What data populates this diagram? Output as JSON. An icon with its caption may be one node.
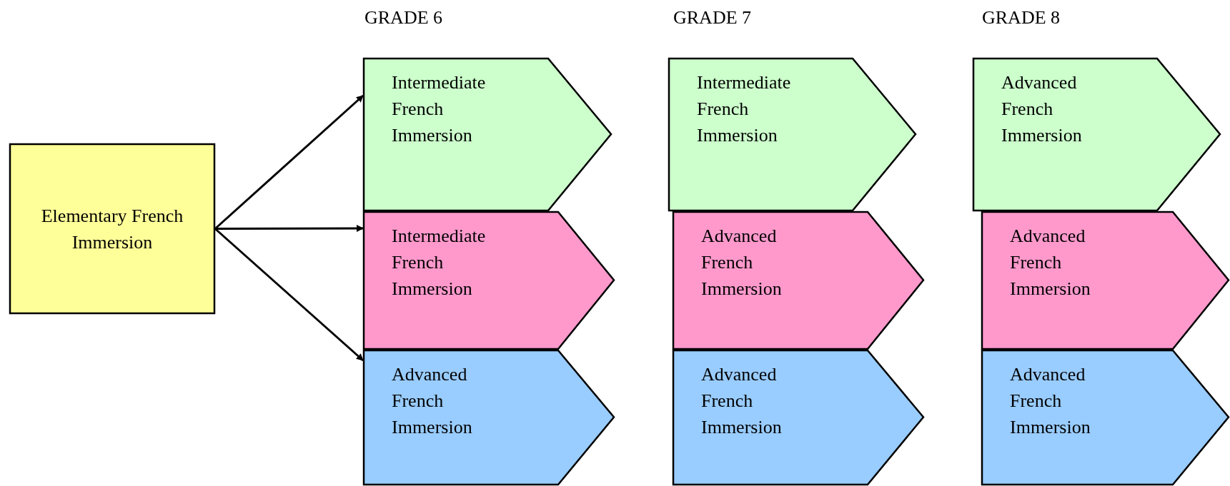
{
  "diagram": {
    "nodes": [
      {
        "text": [
          "Elementary French Immersion"
        ]
      },
      {
        "text": [
          "Intermediate French Immersion"
        ]
      },
      {
        "text": [
          "Intermediate French Immersion"
        ]
      },
      {
        "text": [
          "Advanced French Immersion"
        ]
      },
      {
        "text": [
          "Intermediate French Immersion"
        ]
      },
      {
        "text": [
          "Advanced French Immersion"
        ]
      },
      {
        "text": [
          "Advanced French Immersion"
        ]
      },
      {
        "text": [
          "Advanced French Immersion"
        ]
      },
      {
        "text": [
          "Advanced French Immersion"
        ]
      },
      {
        "text": [
          "Advanced French Immersion"
        ]
      }
    ],
    "edges": [
      {
        "from": 0,
        "to": 1,
        "arrow": "to"
      },
      {
        "from": 0,
        "to": 2,
        "arrow": "to"
      },
      {
        "from": 0,
        "to": 3,
        "arrow": "to"
      }
    ],
    "labels": [
      "GRADE 6",
      "GRADE 7",
      "GRADE 8"
    ]
  }
}
